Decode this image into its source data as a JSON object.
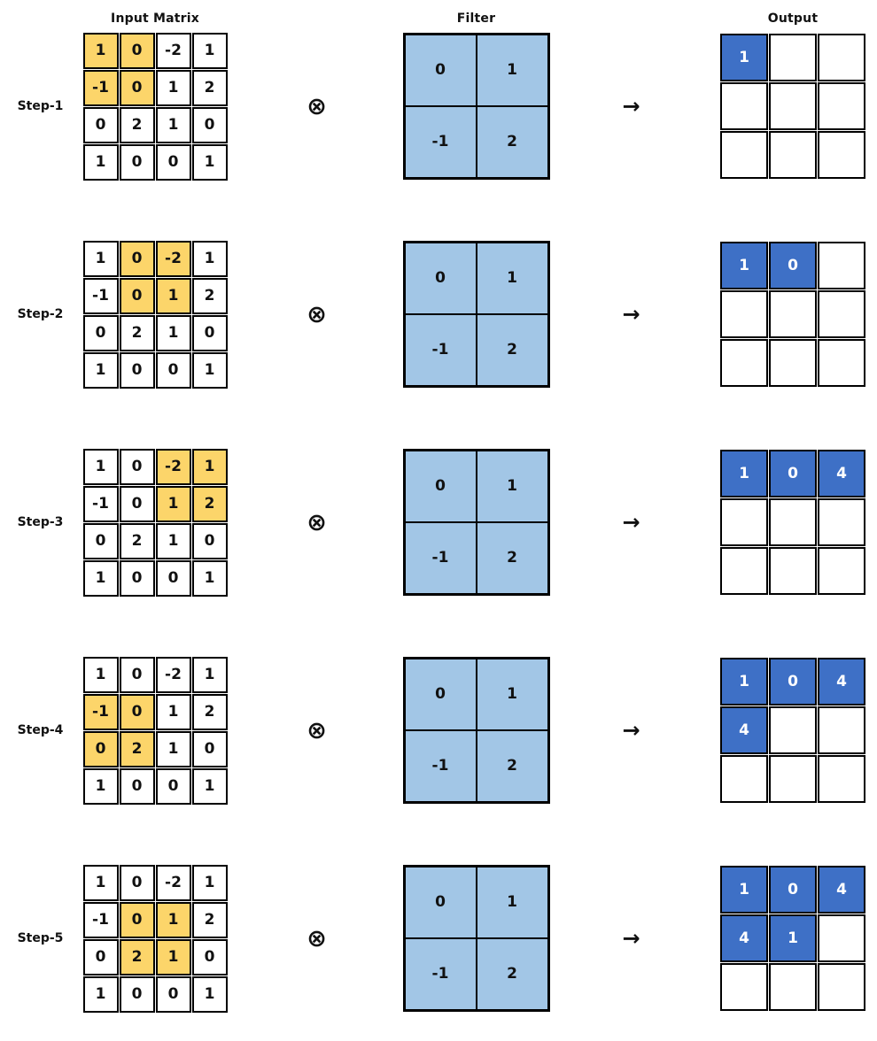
{
  "titles": {
    "input": "Input Matrix",
    "filter": "Filter",
    "output": "Output"
  },
  "operator_symbol": "⊗",
  "arrow_symbol": "→",
  "colors": {
    "highlight": "#FCD56A",
    "filter_bg": "#A2C6E6",
    "output_fill": "#3E70C6",
    "grid_line": "#000000",
    "output_text": "#ffffff"
  },
  "input_matrix": [
    [
      1,
      0,
      -2,
      1
    ],
    [
      -1,
      0,
      1,
      2
    ],
    [
      0,
      2,
      1,
      0
    ],
    [
      1,
      0,
      0,
      1
    ]
  ],
  "filter_matrix": [
    [
      0,
      1
    ],
    [
      -1,
      2
    ]
  ],
  "steps": [
    {
      "label": "Step-1",
      "highlight": [
        [
          0,
          0
        ],
        [
          0,
          1
        ],
        [
          1,
          0
        ],
        [
          1,
          1
        ]
      ],
      "output": [
        [
          1,
          null,
          null
        ],
        [
          null,
          null,
          null
        ],
        [
          null,
          null,
          null
        ]
      ]
    },
    {
      "label": "Step-2",
      "highlight": [
        [
          0,
          1
        ],
        [
          0,
          2
        ],
        [
          1,
          1
        ],
        [
          1,
          2
        ]
      ],
      "output": [
        [
          1,
          0,
          null
        ],
        [
          null,
          null,
          null
        ],
        [
          null,
          null,
          null
        ]
      ]
    },
    {
      "label": "Step-3",
      "highlight": [
        [
          0,
          2
        ],
        [
          0,
          3
        ],
        [
          1,
          2
        ],
        [
          1,
          3
        ]
      ],
      "output": [
        [
          1,
          0,
          4
        ],
        [
          null,
          null,
          null
        ],
        [
          null,
          null,
          null
        ]
      ]
    },
    {
      "label": "Step-4",
      "highlight": [
        [
          1,
          0
        ],
        [
          1,
          1
        ],
        [
          2,
          0
        ],
        [
          2,
          1
        ]
      ],
      "output": [
        [
          1,
          0,
          4
        ],
        [
          4,
          null,
          null
        ],
        [
          null,
          null,
          null
        ]
      ]
    },
    {
      "label": "Step-5",
      "highlight": [
        [
          1,
          1
        ],
        [
          1,
          2
        ],
        [
          2,
          1
        ],
        [
          2,
          2
        ]
      ],
      "output": [
        [
          1,
          0,
          4
        ],
        [
          4,
          1,
          null
        ],
        [
          null,
          null,
          null
        ]
      ]
    }
  ]
}
